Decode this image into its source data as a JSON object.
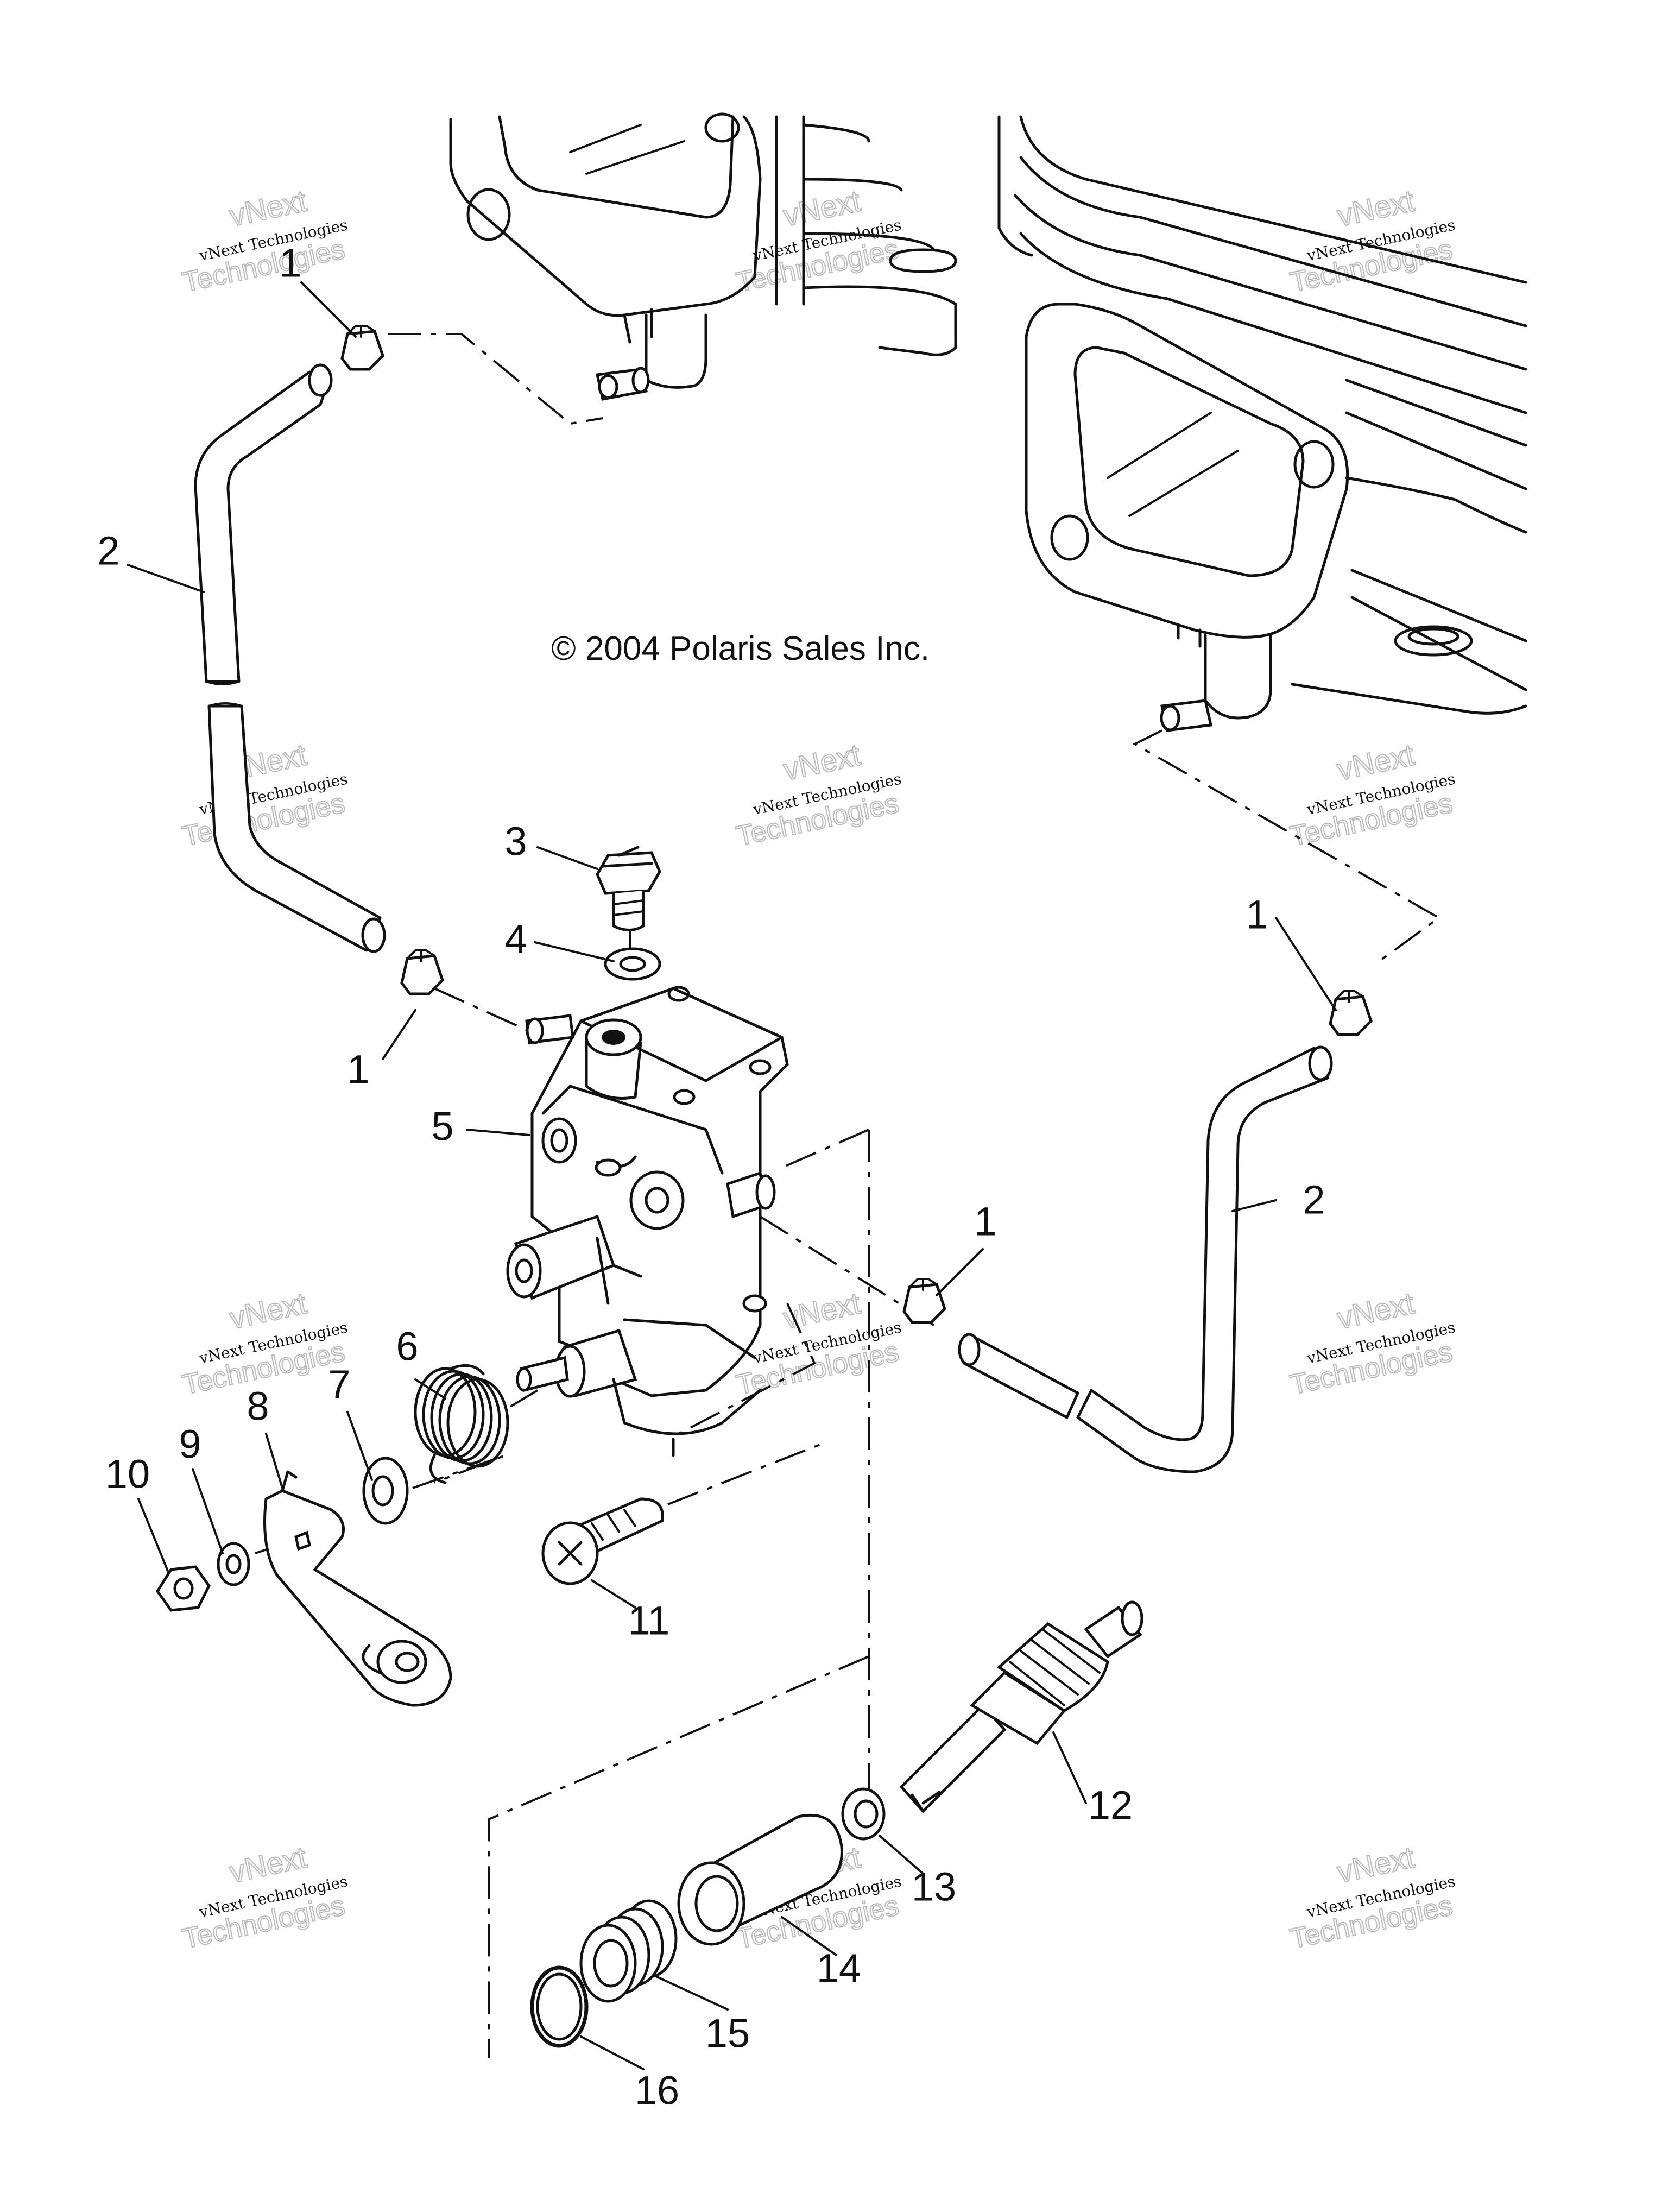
{
  "copyright": "© 2004 Polaris Sales Inc.",
  "watermark": {
    "line1": "vNext Technologies",
    "line2": "vNext",
    "line3": "Technologies"
  },
  "callouts": [
    "1",
    "2",
    "3",
    "4",
    "5",
    "6",
    "7",
    "8",
    "9",
    "10",
    "11",
    "12",
    "13",
    "14",
    "15",
    "16"
  ],
  "colors": {
    "ink": "#111111",
    "watermark_outline": "#bdbdbd",
    "background": "#ffffff"
  }
}
